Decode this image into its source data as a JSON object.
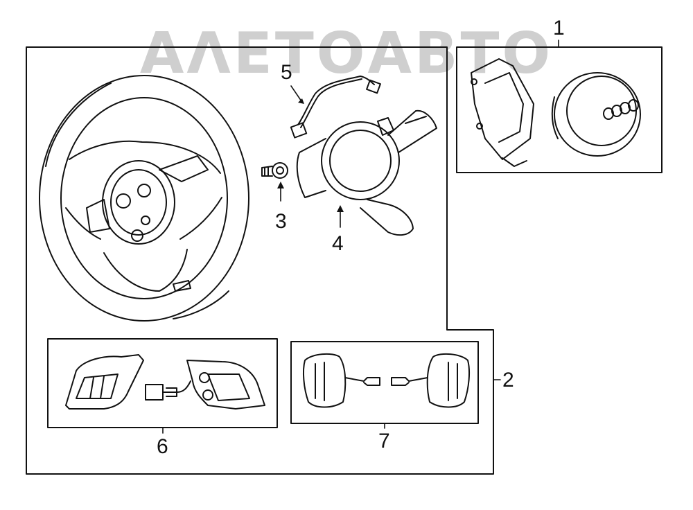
{
  "watermark": {
    "text": "ΑΛΕΤΟΑΒΤΟ"
  },
  "callouts": {
    "c1": "1",
    "c2": "2",
    "c3": "3",
    "c4": "4",
    "c5": "5",
    "c6": "6",
    "c7": "7"
  },
  "colors": {
    "line": "#111111",
    "watermark": "#cfcfcf",
    "background": "#ffffff"
  },
  "icons": [
    "steering-wheel-icon",
    "airbag-icon",
    "clock-spring-icon",
    "bolt-icon",
    "trim-cover-icon",
    "wire-harness-icon",
    "switch-set-icon",
    "paddle-shifter-icon"
  ]
}
